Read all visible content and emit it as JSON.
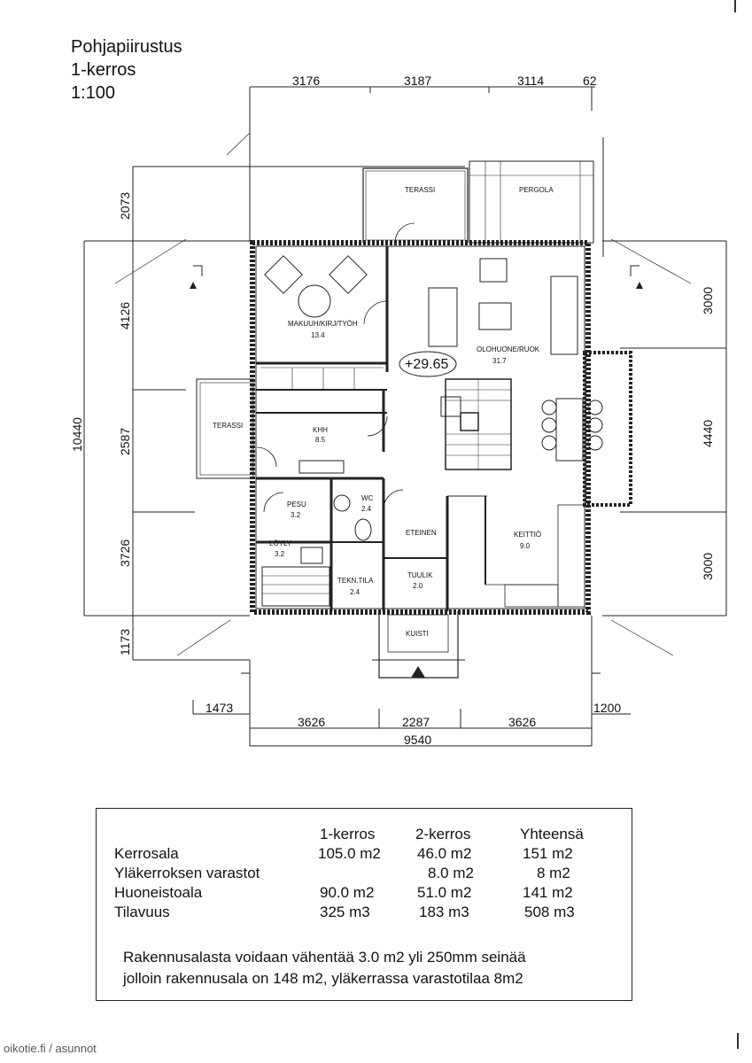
{
  "header": {
    "title_line1": "Pohjapiirustus",
    "title_line2": "1-kerros",
    "title_line3": "1:100"
  },
  "dimensions": {
    "top": [
      "3176",
      "3187",
      "3114",
      "62"
    ],
    "left": [
      "2073",
      "4126",
      "2587",
      "3726",
      "1173"
    ],
    "left_total": "10440",
    "right": [
      "3000",
      "4440",
      "3000"
    ],
    "bottom": [
      "1473",
      "3626",
      "2287",
      "3626",
      "1200"
    ],
    "bottom_total": "9540"
  },
  "rooms": {
    "terassi_top": "TERASSI",
    "pergola": "PERGOLA",
    "makuuh_name": "MAKUUH/KIRJ/TYÖH",
    "makuuh_area": "13.4",
    "olohuone_name": "OLOHUONE/RUOK",
    "olohuone_area": "31.7",
    "level": "+29.65",
    "terassi_left": "TERASSI",
    "khh_name": "KHH",
    "khh_area": "8.5",
    "pesu_name": "PESU",
    "pesu_area": "3.2",
    "wc_name": "WC",
    "wc_area": "2.4",
    "eteinen_name": "ETEINEN",
    "keittio_name": "KEITTIÖ",
    "keittio_area": "9.0",
    "loyly_name": "LÖYLY",
    "loyly_area": "3.2",
    "tekntila_name": "TEKN.TILA",
    "tekntila_area": "2.4",
    "tuulik_name": "TUULIK",
    "tuulik_area": "2.0",
    "kuisti": "KUISTI"
  },
  "area_table": {
    "columns": [
      "1-kerros",
      "2-kerros",
      "Yhteensä"
    ],
    "rows": [
      {
        "label": "Kerrosala",
        "values": [
          "105.0 m2",
          "46.0 m2",
          "151 m2"
        ]
      },
      {
        "label": "Yläkerroksen varastot",
        "values": [
          "",
          "8.0 m2",
          "8 m2"
        ]
      },
      {
        "label": "Huoneistoala",
        "values": [
          "90.0 m2",
          "51.0 m2",
          "141 m2"
        ]
      },
      {
        "label": "Tilavuus",
        "values": [
          "325 m3",
          "183 m3",
          "508 m3"
        ]
      }
    ],
    "note_line1": "Rakennusalasta voidaan vähentää 3.0 m2 yli 250mm seinää",
    "note_line2": "jolloin rakennusala on 148 m2, yläkerrassa varastotilaa 8m2"
  },
  "footer": {
    "watermark": "oikotie.fi / asunnot"
  }
}
